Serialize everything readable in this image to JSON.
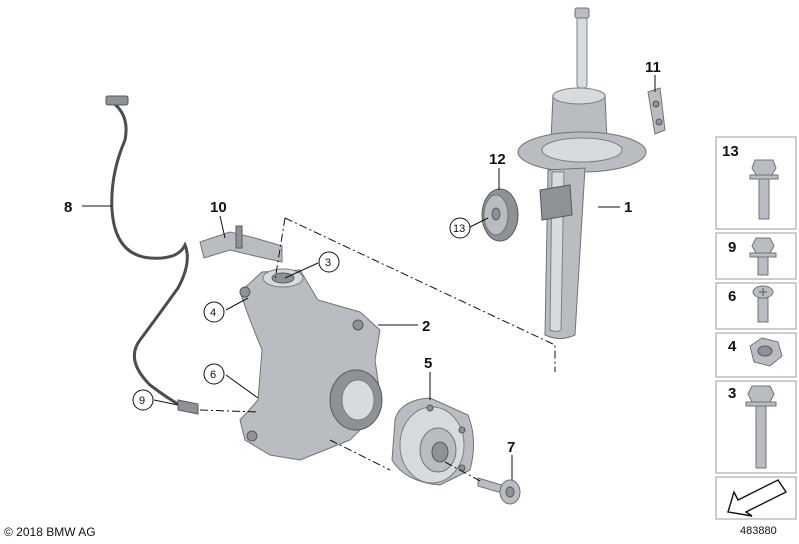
{
  "callouts": {
    "c1": "1",
    "c2": "2",
    "c3": "3",
    "c4": "4",
    "c5": "5",
    "c6": "6",
    "c7": "7",
    "c8": "8",
    "c9": "9",
    "c10": "10",
    "c11": "11",
    "c12": "12",
    "c13": "13"
  },
  "legend": [
    {
      "label": "13",
      "icon": "long-bolt-icon"
    },
    {
      "label": "9",
      "icon": "hex-flange-screw-icon"
    },
    {
      "label": "6",
      "icon": "torx-screw-icon"
    },
    {
      "label": "4",
      "icon": "hex-nut-icon"
    },
    {
      "label": "3",
      "icon": "long-hex-bolt-icon"
    }
  ],
  "footer": {
    "copyright": "© 2018 BMW AG",
    "image_number": "483880"
  },
  "colors": {
    "part_fill": "#b9bdc2",
    "part_stroke": "#6f7378",
    "line": "#111111"
  }
}
